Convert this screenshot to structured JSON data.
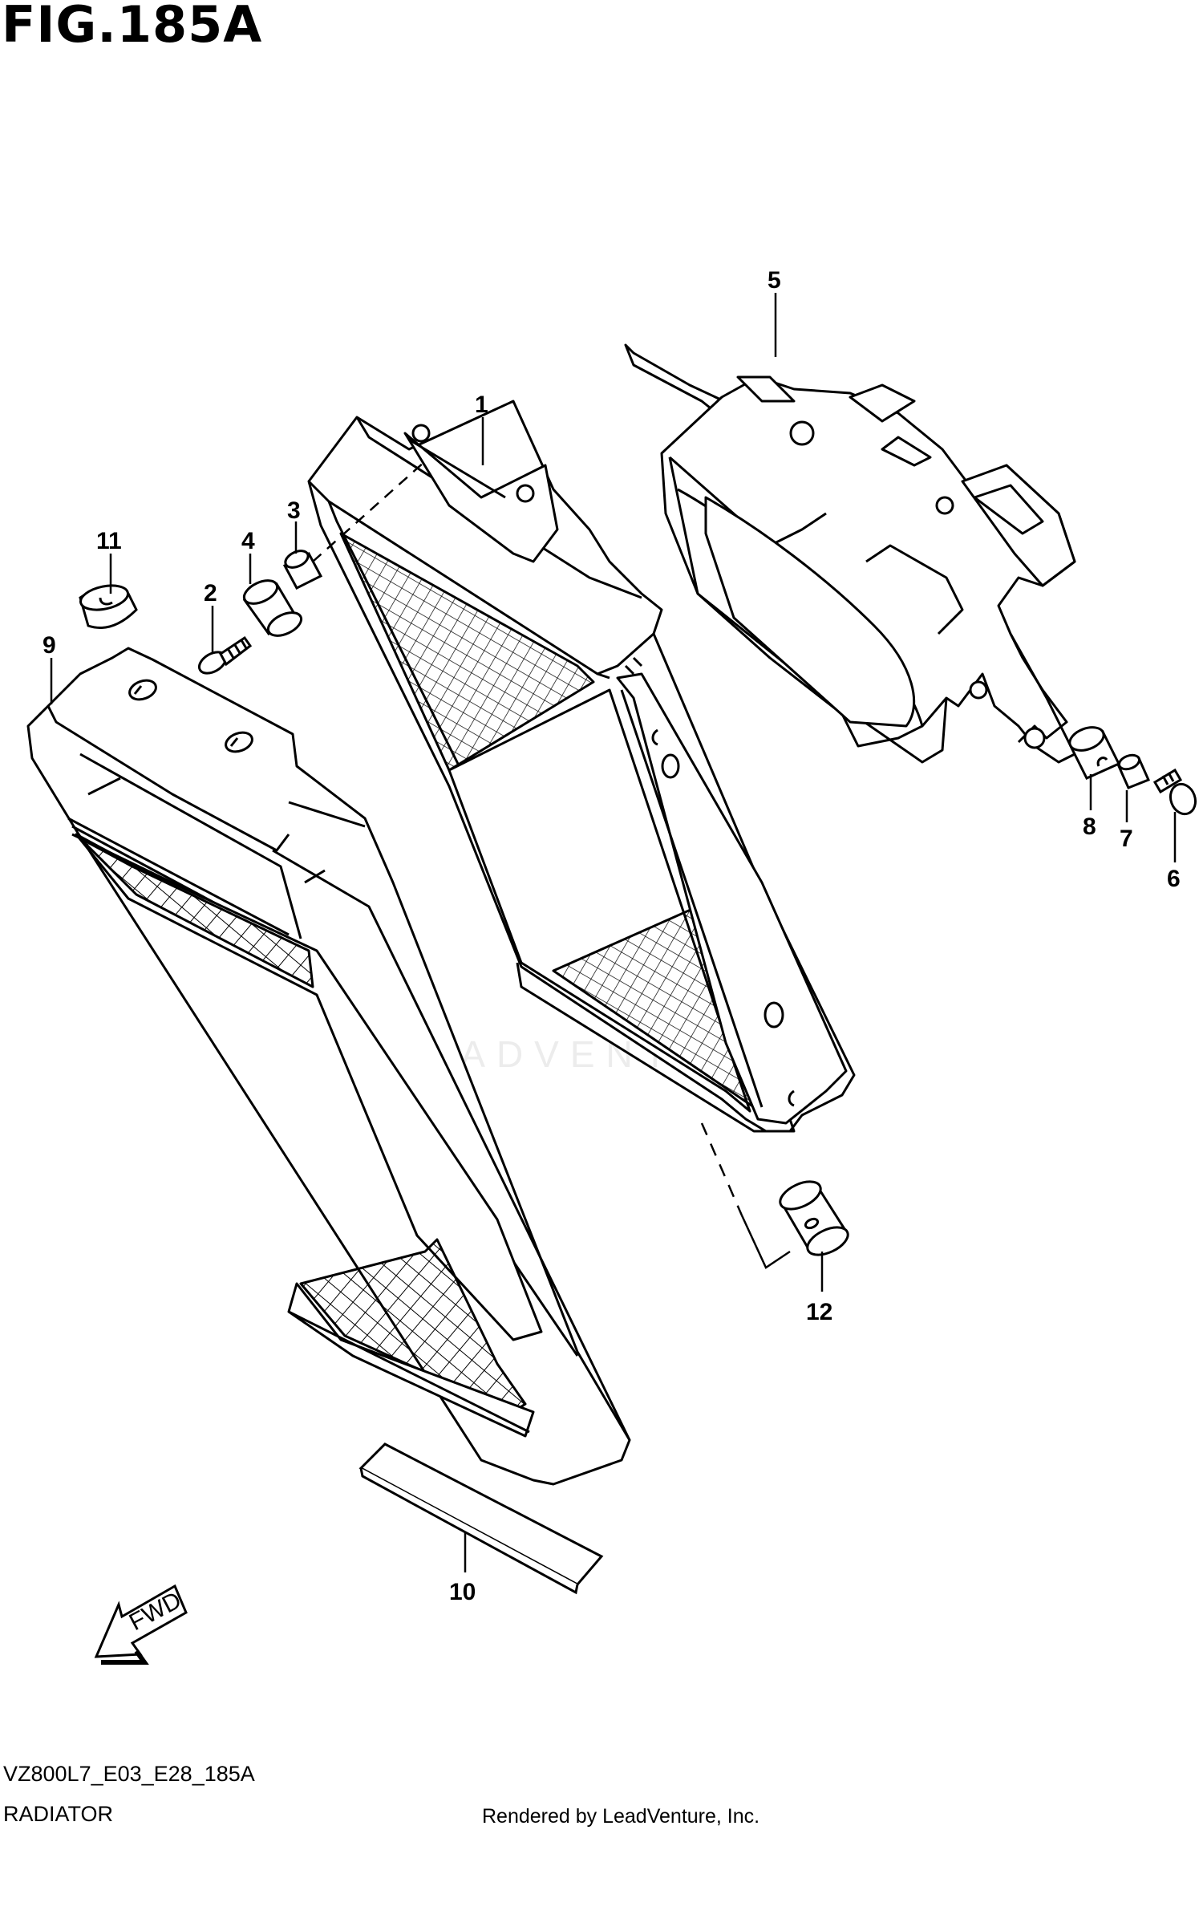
{
  "figure": {
    "title": "FIG.185A",
    "code": "VZ800L7_E03_E28_185A",
    "name": "RADIATOR",
    "rendered_by": "Rendered by LeadVenture, Inc.",
    "watermark": "LEADVENTURE"
  },
  "callouts": {
    "p1": "1",
    "p2": "2",
    "p3": "3",
    "p4": "4",
    "p5": "5",
    "p6": "6",
    "p7": "7",
    "p8": "8",
    "p9": "9",
    "p10": "10",
    "p11": "11",
    "p12": "12"
  },
  "fwd_arrow": {
    "label": "FWD"
  },
  "colors": {
    "line": "#000000",
    "background": "#ffffff",
    "watermark": "#ececec"
  }
}
